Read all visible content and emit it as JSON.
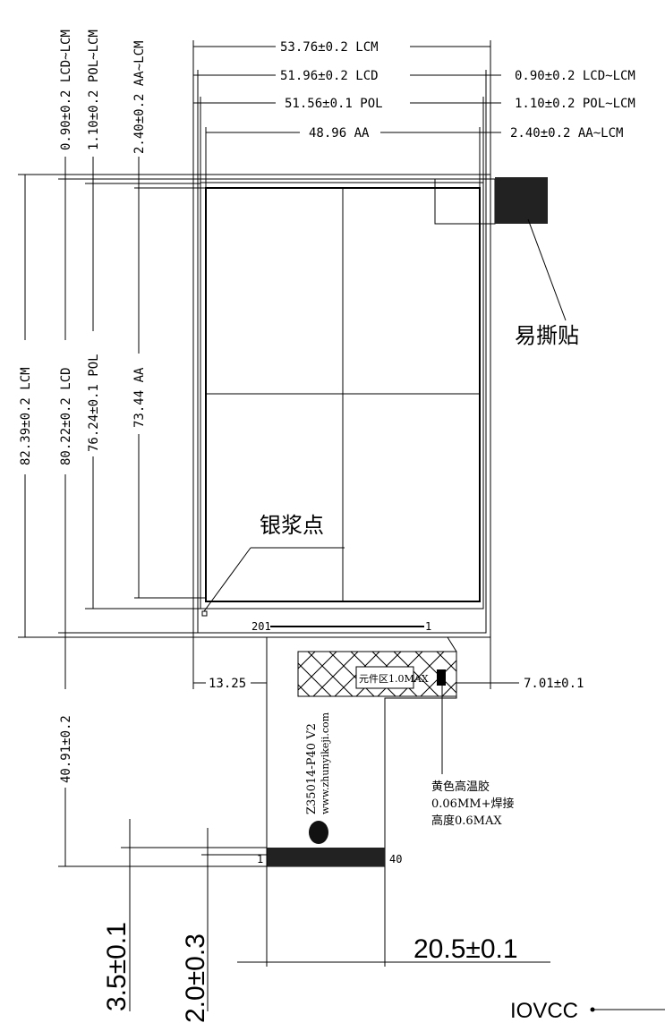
{
  "top_dims": {
    "lcm_width": "53.76±0.2 LCM",
    "lcd_width": "51.96±0.2 LCD",
    "pol_width": "51.56±0.1 POL",
    "aa_width": "48.96 AA",
    "right_lcd_lcm": "0.90±0.2 LCD~LCM",
    "right_pol_lcm": "1.10±0.2 POL~LCM",
    "right_aa_lcm": "2.40±0.2 AA~LCM"
  },
  "left_dims": {
    "top_lcd_lcm": "0.90±0.2 LCD~LCM",
    "top_pol_lcm": "1.10±0.2 POL~LCM",
    "top_aa_lcm": "2.40±0.2 AA~LCM",
    "lcm_height": "82.39±0.2 LCM",
    "lcd_height": "80.22±0.2 LCD",
    "pol_height": "76.24±0.1 POL",
    "aa_height": "73.44 AA",
    "fpc_length": "40.91±0.2"
  },
  "annotations": {
    "easy_peel": "易撕贴",
    "silver_paste": "银浆点",
    "component_area": "元件区1.0MAX",
    "yellow_tape_1": "黄色高温胶",
    "yellow_tape_2": "0.06MM+焊接",
    "yellow_tape_3": "高度0.6MAX",
    "fpc_part": "Z35014-P40 V2",
    "fpc_url": "www.zhunyikeji.com"
  },
  "pins": {
    "top_left": "201",
    "top_right": "1",
    "bottom_left": "1",
    "bottom_right": "40"
  },
  "fpc_dims": {
    "left_offset": "13.25",
    "right_offset": "7.01±0.1",
    "pad_3_5": "3.5±0.1",
    "pad_2_0": "2.0±0.3",
    "fpc_width": "20.5±0.1"
  },
  "signal": "IOVCC"
}
